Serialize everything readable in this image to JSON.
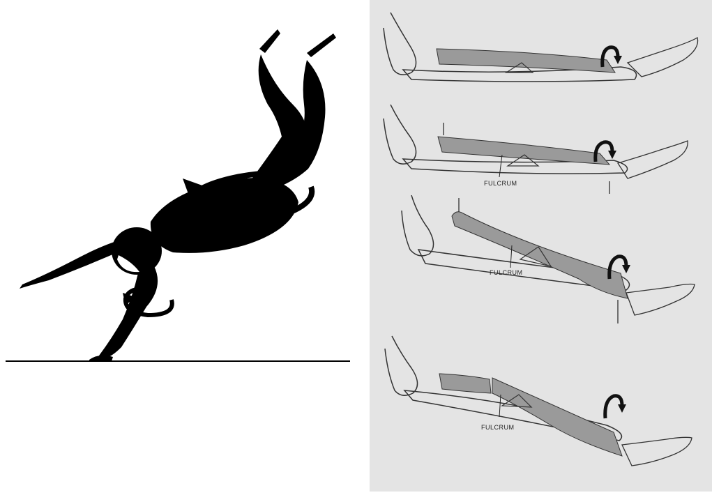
{
  "left_figure": {
    "description_icon": "falling-person-silhouette"
  },
  "right_panel": {
    "stages": [
      {
        "id": 1,
        "fulcrum_label": ""
      },
      {
        "id": 2,
        "fulcrum_label": "FULCRUM"
      },
      {
        "id": 3,
        "fulcrum_label": "FULCRUM"
      },
      {
        "id": 4,
        "fulcrum_label": "FULCRUM"
      }
    ]
  },
  "colors": {
    "silhouette": "#000000",
    "panel_bg": "#e4e4e4",
    "bone_shade": "#9a9a9a",
    "outline": "#333333"
  }
}
